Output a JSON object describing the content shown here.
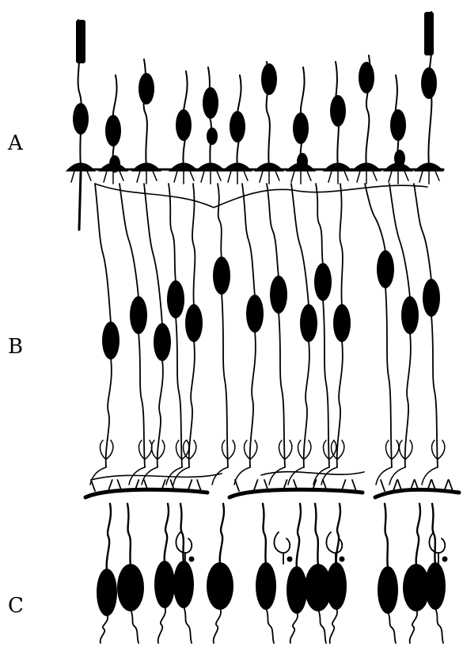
{
  "figure": {
    "layer_labels": {
      "a": "A",
      "b": "B",
      "c": "C"
    },
    "ink_color": "#000000",
    "background_color": "#ffffff",
    "layers": [
      {
        "key": "a",
        "content": "photoreceptor-cells",
        "count": 12
      },
      {
        "key": "b",
        "content": "bipolar-cells",
        "count": 14
      },
      {
        "key": "c",
        "content": "ganglion-cells",
        "count": 12
      }
    ]
  }
}
